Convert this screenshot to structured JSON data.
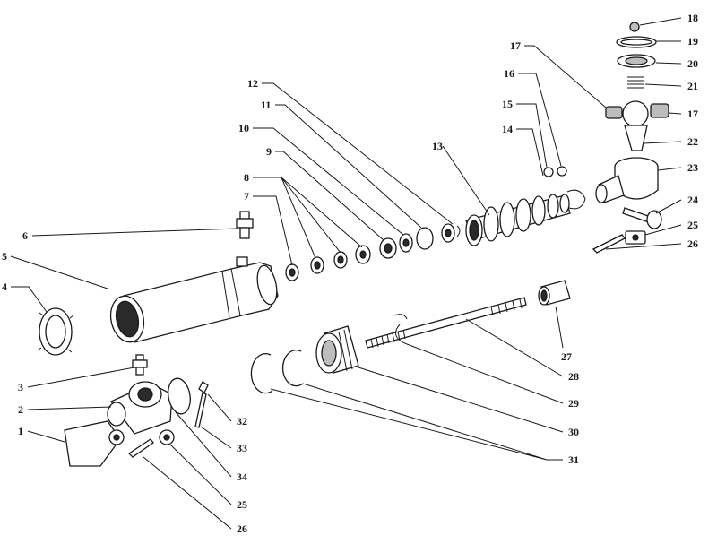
{
  "callouts": {
    "c1": "1",
    "c2": "2",
    "c3": "3",
    "c4": "4",
    "c5": "5",
    "c6": "6",
    "c7": "7",
    "c8": "8",
    "c9": "9",
    "c10": "10",
    "c11": "11",
    "c12": "12",
    "c13": "13",
    "c14": "14",
    "c15": "15",
    "c16": "16",
    "c17a": "17",
    "c17b": "17",
    "c18": "18",
    "c19": "19",
    "c20": "20",
    "c21": "21",
    "c22": "22",
    "c23": "23",
    "c24": "24",
    "c25a": "25",
    "c25b": "25",
    "c26a": "26",
    "c26b": "26",
    "c27": "27",
    "c28": "28",
    "c29": "29",
    "c30": "30",
    "c31": "31",
    "c32": "32",
    "c33": "33",
    "c34": "34"
  }
}
